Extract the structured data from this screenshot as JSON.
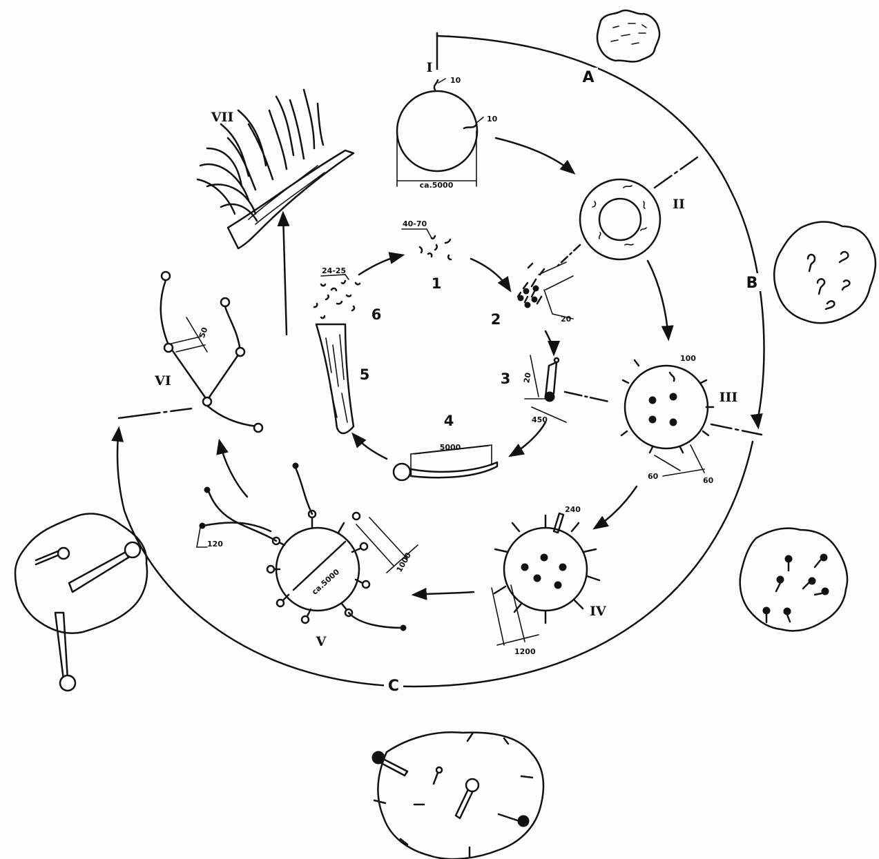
{
  "phases": {
    "a": "A",
    "b": "B",
    "c": "C"
  },
  "stages": {
    "s1": "I",
    "s2": "II",
    "s3": "III",
    "s4": "IV",
    "s5": "V",
    "s6": "VI",
    "s7": "VII"
  },
  "steps": {
    "n1": "1",
    "n2": "2",
    "n3": "3",
    "n4": "4",
    "n5": "5",
    "n6": "6"
  },
  "dimensions": {
    "d_step1": "40-70",
    "d_step6": "24-25",
    "d_step2": "20",
    "d_step3": "20",
    "d_step3_w": "450",
    "d_step4": "5000",
    "d_stage1_cell": "10",
    "d_stage1_cell_b": "10",
    "d_stage1_diam": "ca.5000",
    "d_stage3": "100",
    "d_stage3_b": "60",
    "d_stage3_c": "60",
    "d_stage4": "240",
    "d_stage4_b": "1200",
    "d_stage5_a": "120",
    "d_stage5_diam": "ca.5000",
    "d_stage5_b": "1000",
    "d_stage6": "50"
  }
}
